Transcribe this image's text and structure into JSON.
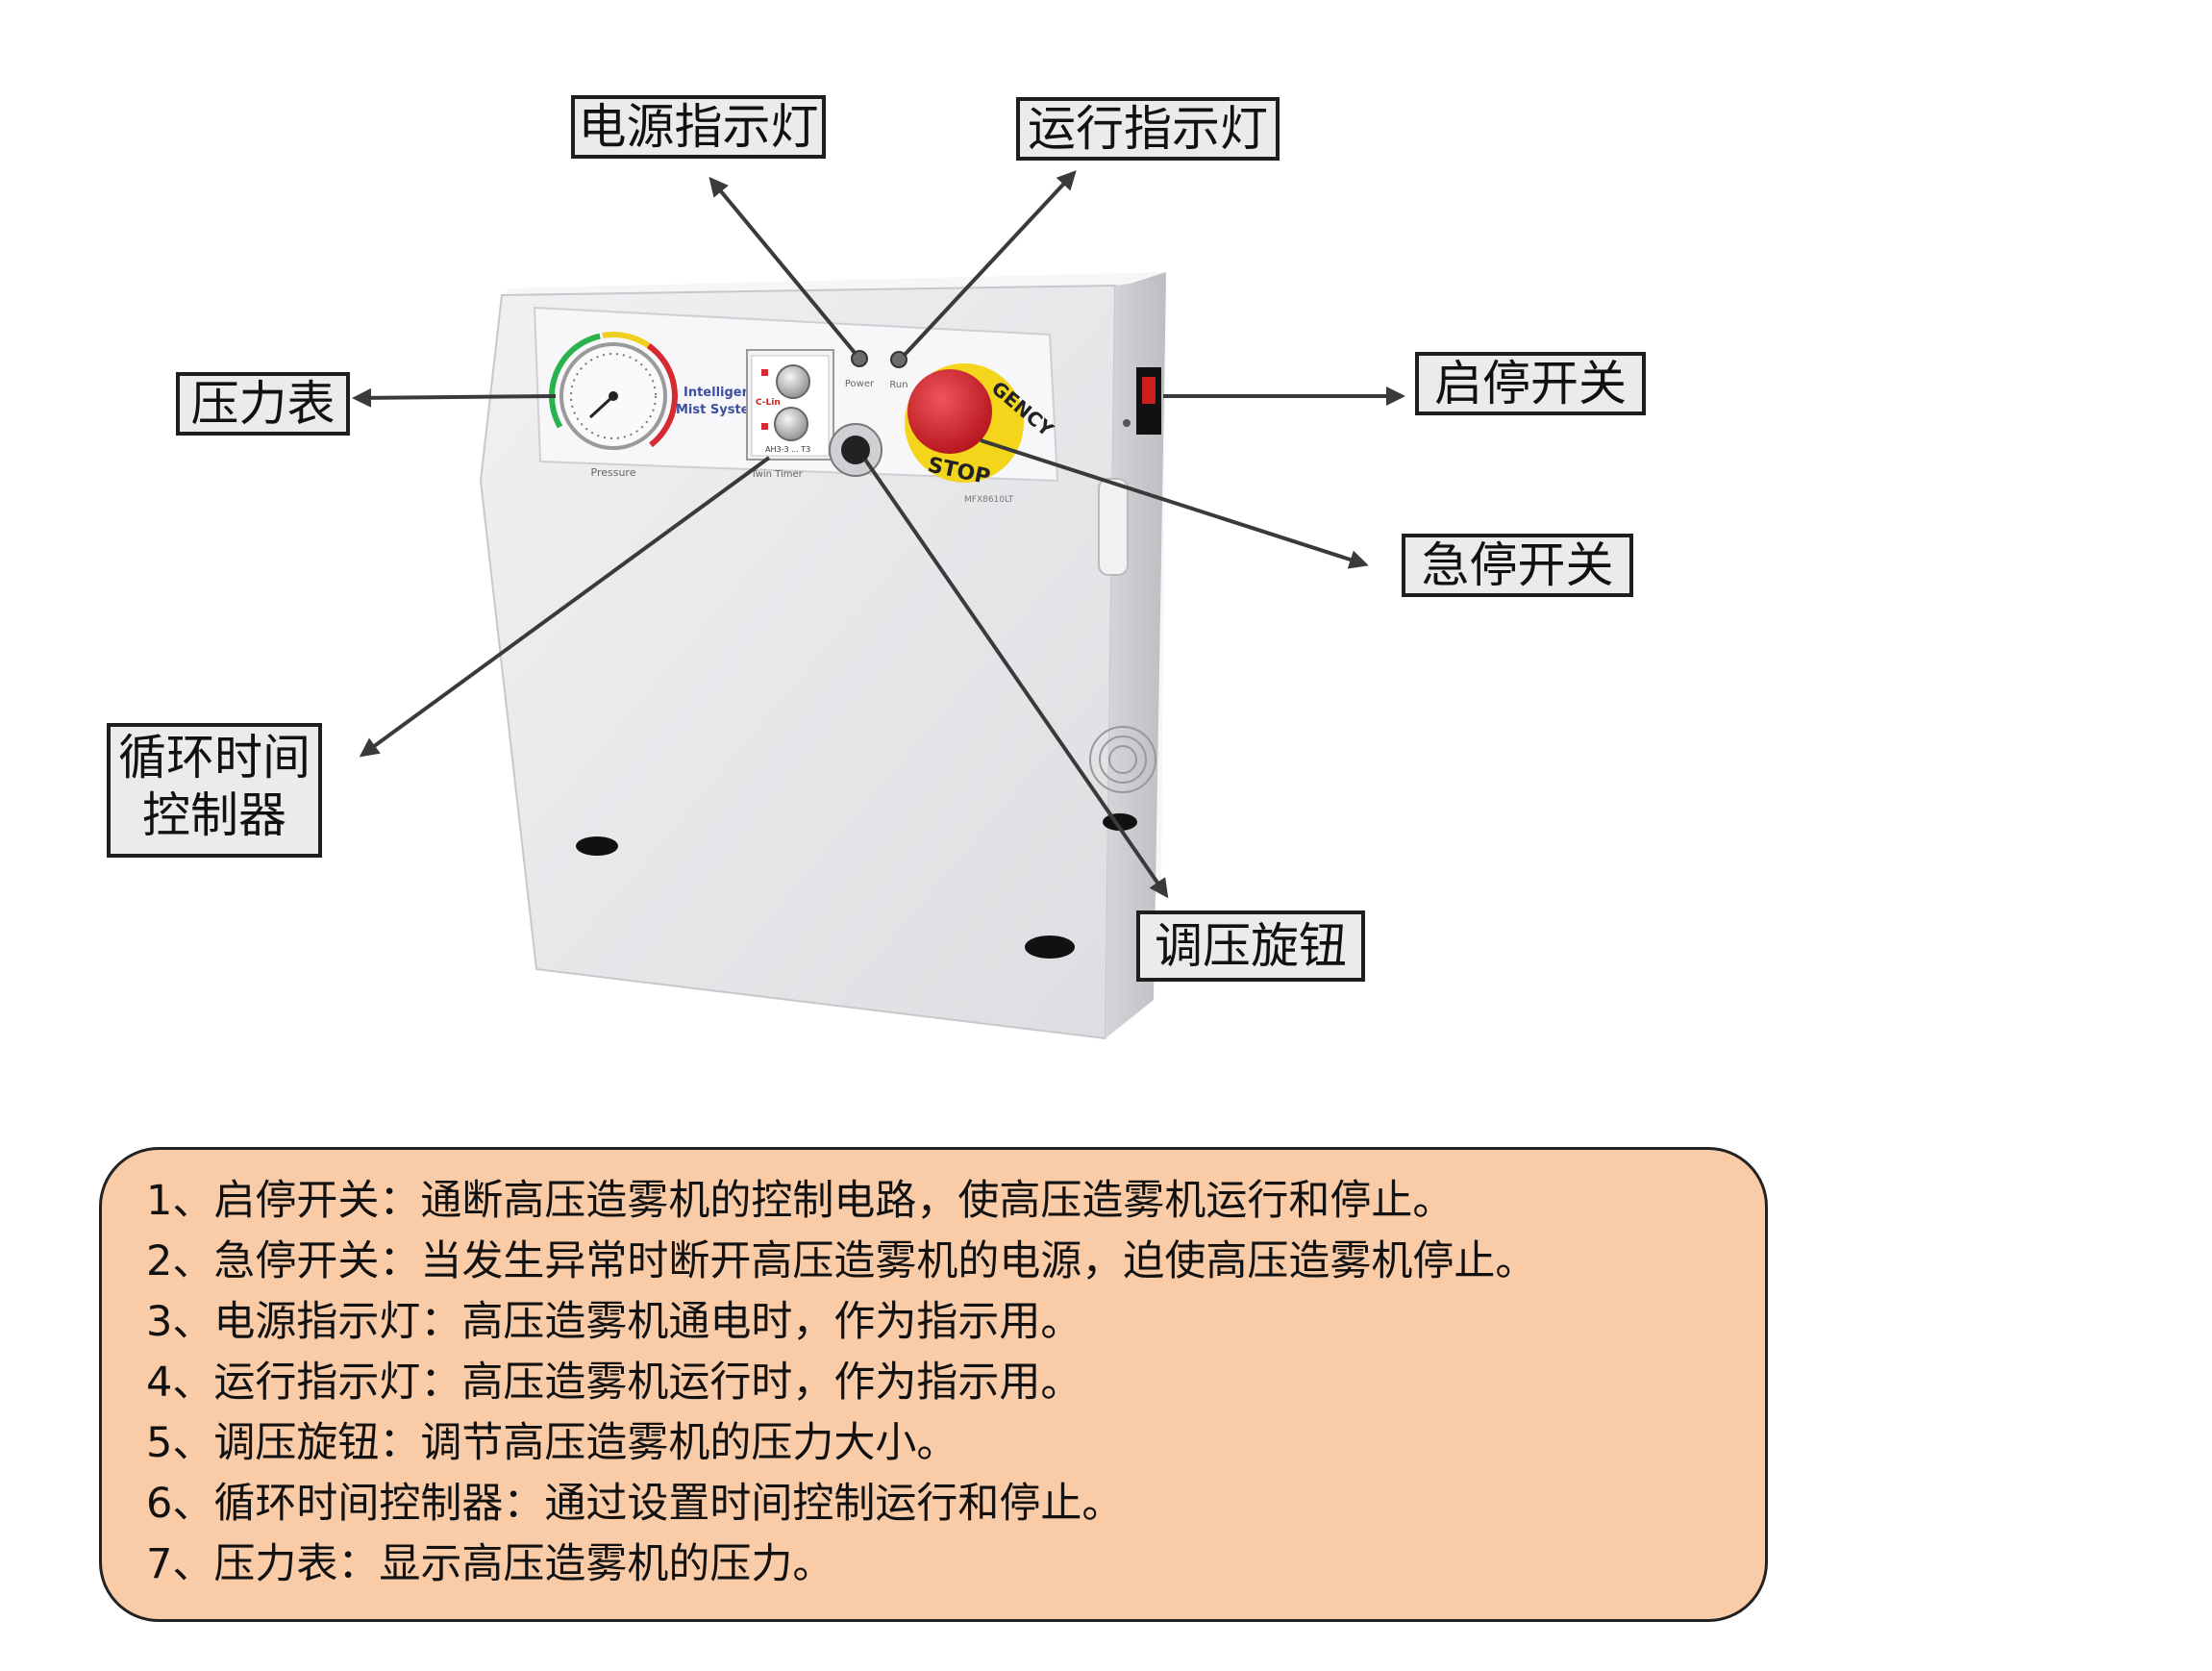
{
  "callouts": {
    "power_light": "电源指示灯",
    "run_light": "运行指示灯",
    "pressure_gauge": "压力表",
    "start_stop_switch": "启停开关",
    "emergency_stop": "急停开关",
    "cycle_timer_line1": "循环时间",
    "cycle_timer_line2": "控制器",
    "pressure_knob": "调压旋钮"
  },
  "device": {
    "brand_line1": "Intelligent",
    "brand_line2": "Mist System",
    "power_label": "Power",
    "run_label": "Run",
    "pressure_label": "Pressure",
    "timer_label": "Twin Timer",
    "timer_brand": "C-Lin",
    "timer_model": "AH3-3 ... T3",
    "estop_top": "GENCY",
    "estop_bottom": "STOP",
    "model_code": "MFX8610LT"
  },
  "notes": [
    "1、启停开关：通断高压造雾机的控制电路，使高压造雾机运行和停止。",
    "2、急停开关：当发生异常时断开高压造雾机的电源，迫使高压造雾机停止。",
    "3、电源指示灯：高压造雾机通电时，作为指示用。",
    "4、运行指示灯：高压造雾机运行时，作为指示用。",
    "5、调压旋钮：调节高压造雾机的压力大小。",
    "6、循环时间控制器：通过设置时间控制运行和停止。",
    "7、压力表：显示高压造雾机的压力。"
  ],
  "colors": {
    "notes_bg": "#f9cba7",
    "callout_bg": "#ebebeb",
    "estop_red": "#d42a32",
    "estop_ring": "#f3d51c",
    "cabinet": "#e9e9ec",
    "arrow": "#3a3a3a"
  }
}
